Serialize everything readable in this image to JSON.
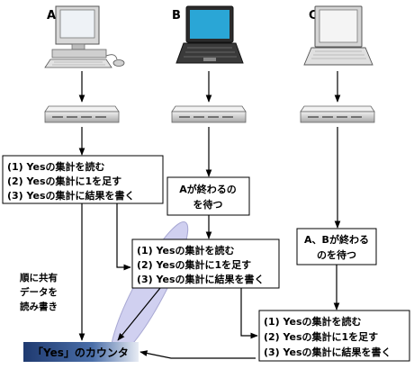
{
  "computers": [
    {
      "label": "A"
    },
    {
      "label": "B"
    },
    {
      "label": "C"
    }
  ],
  "process_box_1": {
    "line1": "(1) Yesの集計を読む",
    "line2": "(2) Yesの集計に1を足す",
    "line3": "(3) Yesの集計に結果を書く"
  },
  "process_box_2": {
    "line1": "(1) Yesの集計を読む",
    "line2": "(2) Yesの集計に1を足す",
    "line3": "(3) Yesの集計に結果を書く"
  },
  "process_box_3": {
    "line1": "(1) Yesの集計を読む",
    "line2": "(2) Yesの集計に1を足す",
    "line3": "(3) Yesの集計に結果を書く"
  },
  "wait_box_b": {
    "line1": "Aが終わるの",
    "line2": "を待つ"
  },
  "wait_box_c": {
    "line1": "A、Bが終わる",
    "line2": "のを待つ"
  },
  "side_note": {
    "line1": "順に共有",
    "line2": "データを",
    "line3": "読み書き"
  },
  "counter": {
    "label": "「Yes」のカウンタ"
  },
  "colors": {
    "counter_fill": "#2f4f8a",
    "ellipse_fill": "#c8c8ee",
    "screen_blue": "#2aa6d6"
  }
}
